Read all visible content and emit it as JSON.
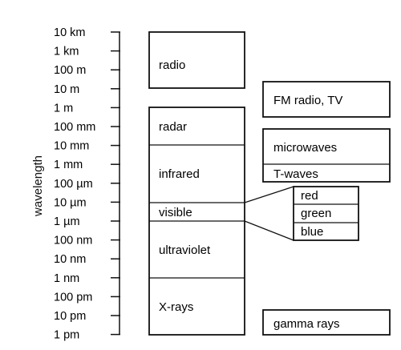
{
  "axis": {
    "title": "wavelength",
    "ticks": [
      "10 km",
      "1 km",
      "100 m",
      "10 m",
      "1 m",
      "100 mm",
      "10 mm",
      "1 mm",
      "100 µm",
      "10 µm",
      "1 µm",
      "100 nm",
      "10 nm",
      "1 nm",
      "100 pm",
      "10 pm",
      "1 pm"
    ]
  },
  "main_bands": [
    {
      "label": "radio",
      "from": "10 km",
      "to": "10 m"
    },
    {
      "label": "radar",
      "from": "1 m",
      "to": "10 mm"
    },
    {
      "label": "infrared",
      "from": "10 mm",
      "to": "10 µm"
    },
    {
      "label": "visible",
      "from": "10 µm",
      "to": "1 µm"
    },
    {
      "label": "ultraviolet",
      "from": "1 µm",
      "to": "1 nm"
    },
    {
      "label": "X-rays",
      "from": "1 nm",
      "to": "1 pm"
    }
  ],
  "side_bands": [
    {
      "label": "FM radio, TV"
    },
    {
      "label": "microwaves"
    },
    {
      "label": "T-waves"
    },
    {
      "label": "gamma rays"
    }
  ],
  "visible_detail": [
    "red",
    "green",
    "blue"
  ]
}
